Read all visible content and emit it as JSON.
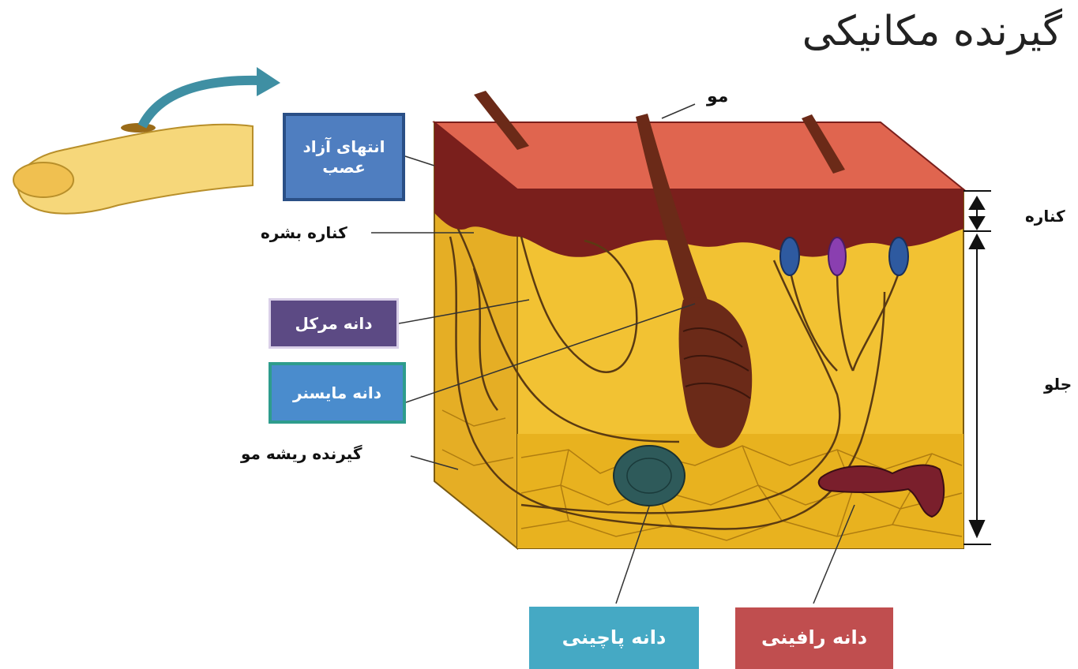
{
  "title": "گیرنده مکانیکی",
  "labels": {
    "hair": "مو",
    "free_nerve_ending": "انتهای آزاد عصب",
    "epidermis": "کناره بشره",
    "merkel": "دانه مرکل",
    "meissner": "دانه مایسنر",
    "hair_root_receptor": "گیرنده ریشه مو",
    "pacinian": "دانه پاچینی",
    "ruffini": "دانه رافینی",
    "side_top": "کناره",
    "side_bottom": "جلو"
  },
  "colors": {
    "skin_top": "#e0654f",
    "epidermis_dark": "#7a1f1c",
    "dermis_yellow": "#f2c233",
    "fat_yellow": "#e8b21f",
    "hair_brown": "#6b2a18",
    "nerve": "#5a3a12",
    "free_box": "#4f7ec0",
    "merkel_box": "#5c4a84",
    "meissner_box": "#4a8ccd",
    "pacinian_box": "#45a9c4",
    "ruffini_box": "#c04e4f"
  }
}
